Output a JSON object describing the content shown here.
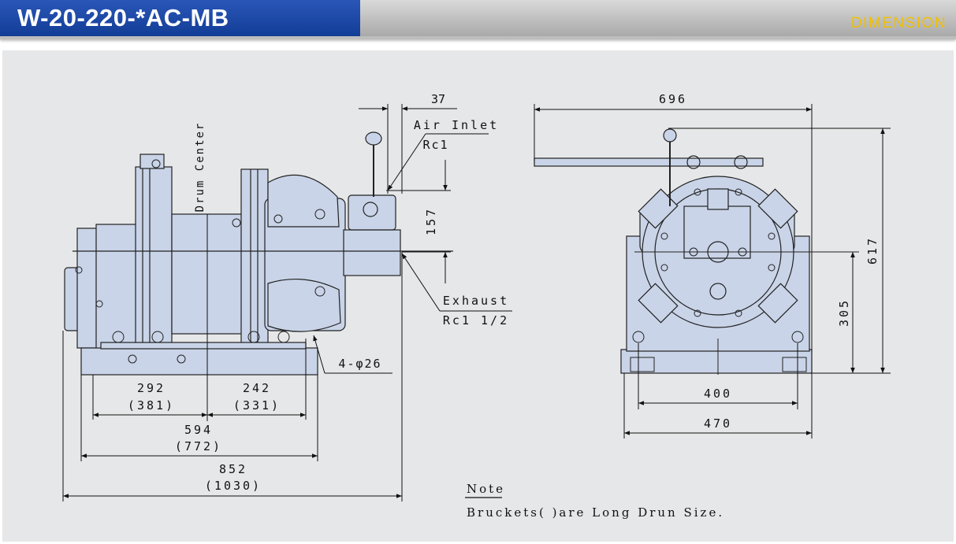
{
  "header": {
    "title": "W-20-220-*AC-MB",
    "section": "DIMENSION"
  },
  "colors": {
    "title_bg": "#1a47a6",
    "accent": "#f0c000",
    "machine_fill": "#c9d4e8",
    "panel_bg": "#e6e7e8"
  },
  "side_view": {
    "drum_center_label": "Drum Center",
    "dim_37": "37",
    "air_inlet_label": "Air Inlet",
    "air_inlet_port": "Rc1",
    "dim_157": "157",
    "exhaust_label": "Exhaust",
    "exhaust_port": "Rc1 1/2",
    "holes_label": "4-φ26",
    "dim_292": "292",
    "dim_292_long": "(381)",
    "dim_242": "242",
    "dim_242_long": "(331)",
    "dim_594": "594",
    "dim_594_long": "(772)",
    "dim_852": "852",
    "dim_852_long": "(1030)"
  },
  "front_view": {
    "dim_696": "696",
    "dim_617": "617",
    "dim_305": "305",
    "dim_400": "400",
    "dim_470": "470"
  },
  "note": {
    "heading": "Note",
    "text": "Bruckets( )are Long Drun Size."
  }
}
